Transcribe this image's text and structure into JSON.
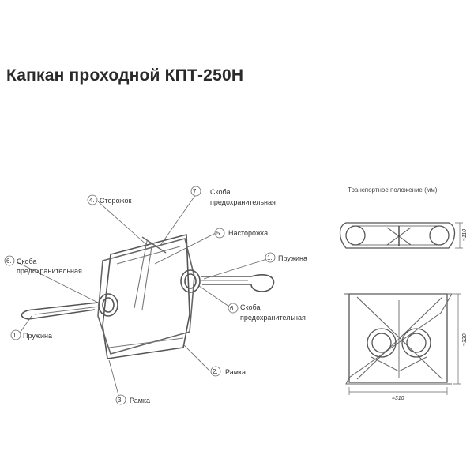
{
  "title": "Капкан проходной КПТ-250Н",
  "transport_title": "Транспортное положение (мм):",
  "labels": {
    "l4_num": "4.",
    "l4_text": "Сторожок",
    "l7_num": "7.",
    "l7_text_1": "Скоба",
    "l7_text_2": "предохранительная",
    "l5_num": "5.",
    "l5_text": "Насторожка",
    "l1r_num": "1.",
    "l1r_text": "Пружина",
    "l6l_num": "6.",
    "l6l_text_1": "Скоба",
    "l6l_text_2": "предохранительная",
    "l6r_num": "6.",
    "l6r_text_1": "Скоба",
    "l6r_text_2": "предохранительная",
    "l1l_num": "1.",
    "l1l_text": "Пружина",
    "l2_num": "2.",
    "l2_text": "Рамка",
    "l3_num": "3.",
    "l3_text": "Рамка"
  },
  "dimensions": {
    "side_height": "≈110",
    "front_height": "≈320",
    "front_width": "≈310"
  },
  "colors": {
    "wire": "#555555",
    "text": "#333333",
    "leader": "#666666"
  }
}
